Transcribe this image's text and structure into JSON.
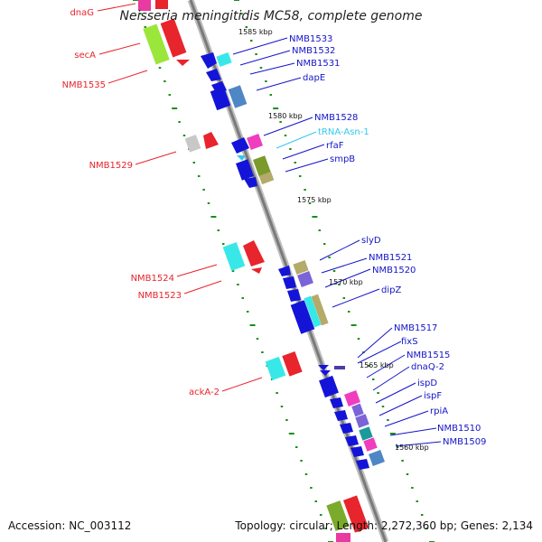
{
  "title": "Neisseria meningitidis MC58, complete genome",
  "footer": {
    "accession": "Accession: NC_003112",
    "summary": "Topology: circular; Length: 2,272,360 bp; Genes: 2,134"
  },
  "colors": {
    "left_label": "#e8242c",
    "right_label": "#1414c8",
    "trna_label": "#33c8f0",
    "tick_green": "#1a8f1a",
    "backbone": "#8a8a8a"
  },
  "ruler_labels": [
    "1585 kbp",
    "1580 kbp",
    "1575 kbp",
    "1570 kbp",
    "1565 kbp",
    "1560 kbp"
  ],
  "left_labels": [
    "dnaG",
    "secA",
    "NMB1535",
    "NMB1529",
    "NMB1524",
    "NMB1523",
    "ackA-2"
  ],
  "right_labels": [
    "NMB1533",
    "NMB1532",
    "NMB1531",
    "dapE",
    "NMB1528",
    "tRNA-Asn-1",
    "rfaF",
    "smpB",
    "slyD",
    "NMB1521",
    "NMB1520",
    "dipZ",
    "NMB1517",
    "fixS",
    "NMB1515",
    "dnaQ-2",
    "ispD",
    "ispF",
    "rpiA",
    "NMB1510",
    "NMB1509"
  ]
}
